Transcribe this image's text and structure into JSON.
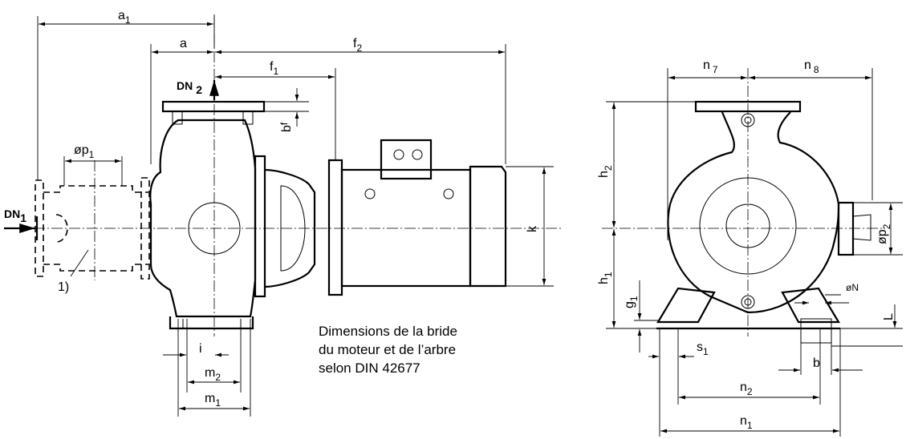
{
  "labels": {
    "a1": "a",
    "a1_sub": "1",
    "a": "a",
    "f2": "f",
    "f2_sub": "2",
    "f1": "f",
    "f1_sub": "1",
    "dn2": "DN",
    "dn2_sub": "2",
    "dn1": "DN",
    "dn1_sub": "1",
    "bf": "b",
    "bf_sub": "f",
    "p1": "øp",
    "p1_sub": "1",
    "k": "k",
    "note1": "1)",
    "i": "i",
    "m2": "m",
    "m2_sub": "2",
    "m1": "m",
    "m1_sub": "1",
    "n7": "n",
    "n7_sub": "7",
    "n8": "n",
    "n8_sub": "8",
    "h2": "h",
    "h2_sub": "2",
    "h1": "h",
    "h1_sub": "1",
    "g1": "g",
    "g1_sub": "1",
    "p2": "øp",
    "p2_sub": "2",
    "N": "øN",
    "L": "L",
    "s1": "s",
    "s1_sub": "1",
    "b": "b",
    "n2": "n",
    "n2_sub": "2",
    "n1": "n",
    "n1_sub": "1"
  },
  "caption": {
    "line1": "Dimensions de la bride",
    "line2": "du moteur et de l’arbre",
    "line3": "selon DIN 42677"
  }
}
